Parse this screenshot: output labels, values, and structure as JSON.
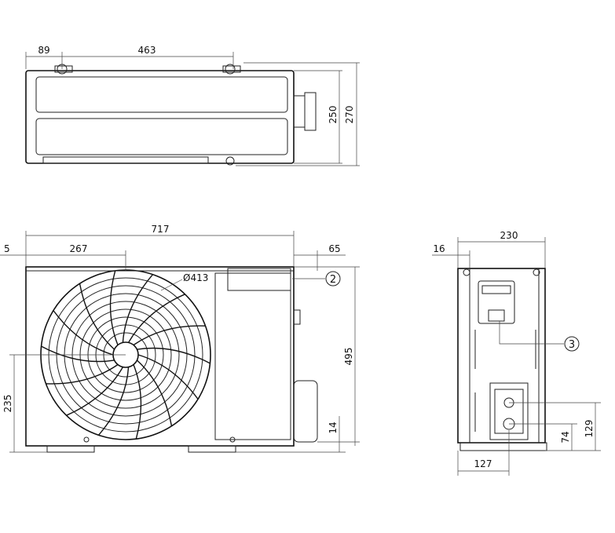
{
  "top_view": {
    "dim_width_a": "89",
    "dim_width_b": "463",
    "dim_height_inner": "250",
    "dim_height_outer": "270"
  },
  "front_view": {
    "dim_overall_width": "717",
    "dim_left_offset": "5",
    "dim_fan_center_x": "267",
    "dim_right_offset": "65",
    "dim_fan_diameter": "Ø413",
    "dim_height": "495",
    "dim_fan_center_y": "235",
    "dim_foot": "14",
    "callout_2": "2"
  },
  "side_view": {
    "dim_depth": "230",
    "dim_offset": "16",
    "dim_port_height": "129",
    "dim_port_low": "74",
    "dim_port_x": "127",
    "callout_3": "3"
  },
  "colors": {
    "line": "#222222",
    "background": "#ffffff"
  }
}
